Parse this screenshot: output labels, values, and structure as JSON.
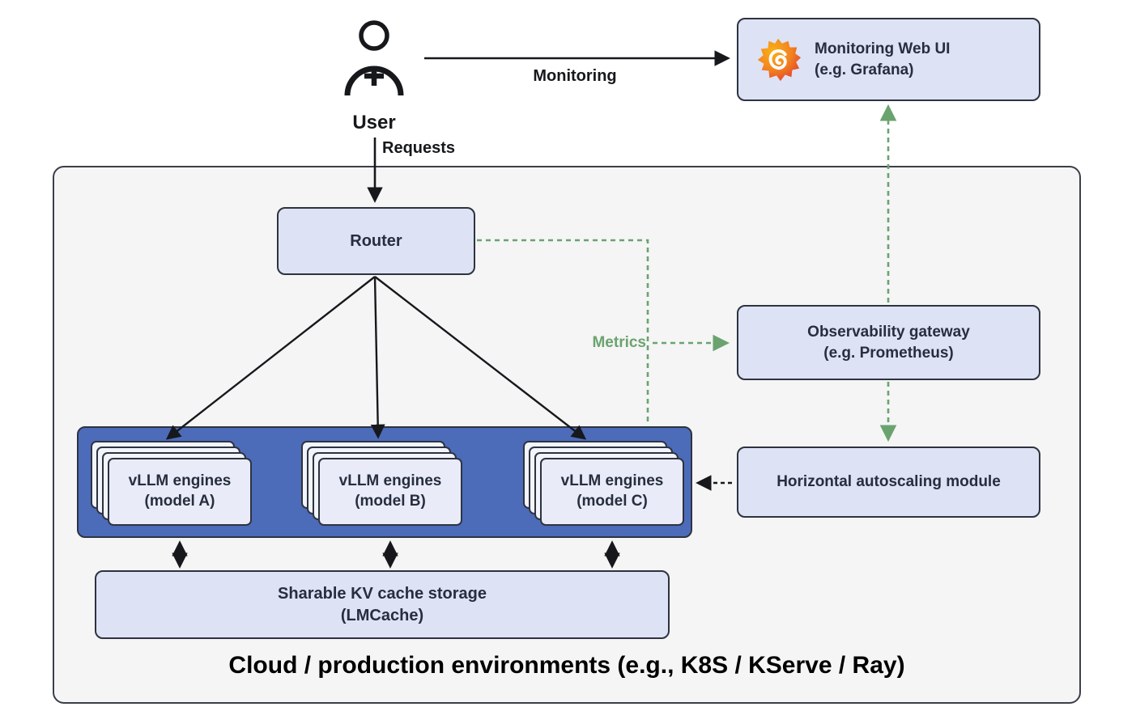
{
  "diagram": {
    "user": {
      "label": "User"
    },
    "flow_labels": {
      "monitoring": "Monitoring",
      "requests": "Requests",
      "metrics": "Metrics"
    },
    "boxes": {
      "monitoring_ui": {
        "label": "Monitoring Web UI\n(e.g. Grafana)"
      },
      "router": {
        "label": "Router"
      },
      "observability": {
        "label": "Observability gateway\n(e.g. Prometheus)"
      },
      "autoscaler": {
        "label": "Horizontal autoscaling module"
      },
      "kv_cache": {
        "label": "Sharable KV cache storage\n(LMCache)"
      }
    },
    "engines": [
      {
        "label": "vLLM engines\n(model A)"
      },
      {
        "label": "vLLM engines\n(model B)"
      },
      {
        "label": "vLLM engines\n(model C)"
      }
    ],
    "caption": "Cloud / production environments (e.g., K8S / KServe / Ray)",
    "icons": {
      "user": "user-icon",
      "grafana": "grafana-logo-icon"
    },
    "colors": {
      "box_fill": "#dde2f5",
      "box_border": "#2e3340",
      "blue_container": "#4c6cba",
      "outer_fill": "#f5f5f5",
      "green": "#6ba36f",
      "grafana_orange": "#f28220",
      "grafana_red": "#e23d2e"
    }
  }
}
